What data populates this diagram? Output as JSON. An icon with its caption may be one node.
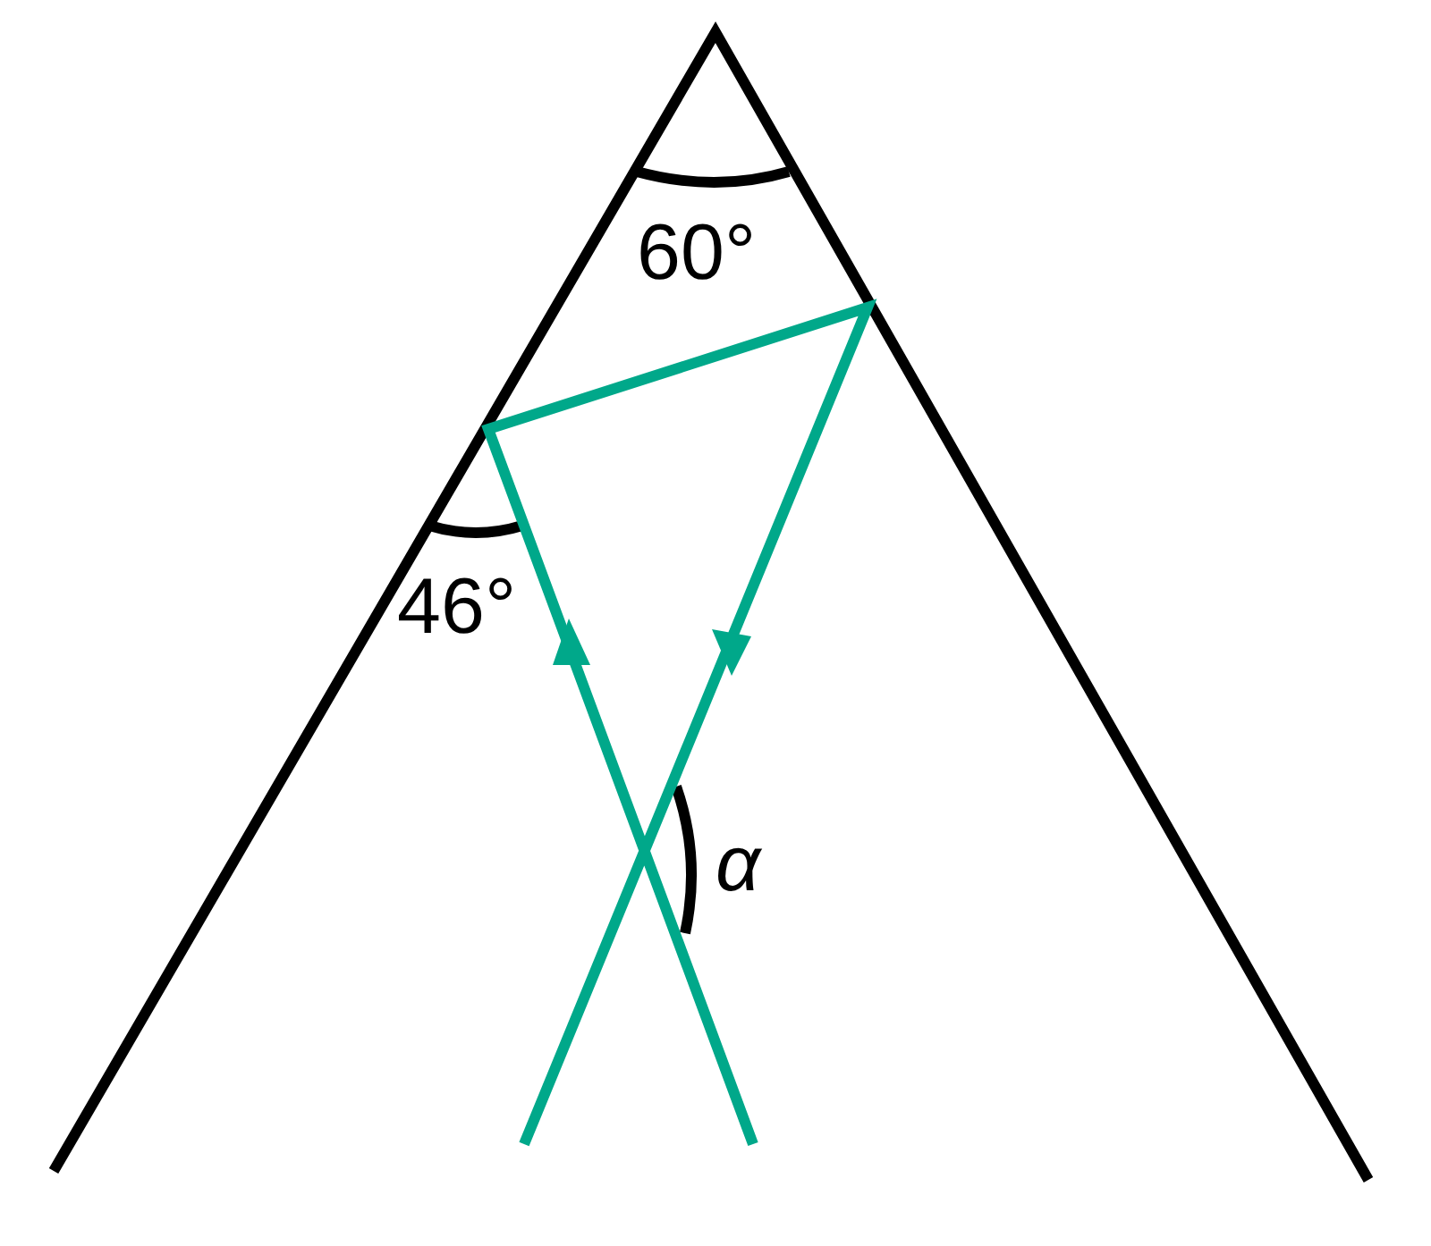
{
  "diagram": {
    "labels": [
      "60°",
      "46°",
      "α"
    ]
  }
}
